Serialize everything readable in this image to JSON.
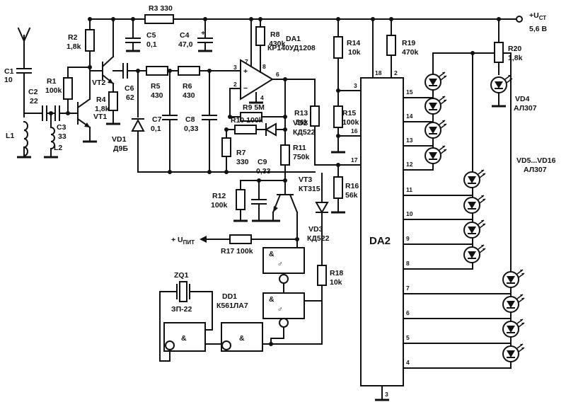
{
  "circuit": {
    "power_label": "+U",
    "power_sub": "СТ",
    "power_value": "5,6 В",
    "supply_label": "+ U",
    "supply_sub": "ПИТ",
    "components": {
      "R1": "R1",
      "R1v": "100k",
      "R2": "R2",
      "R2v": "1,8k",
      "R3": "R3 330",
      "R4": "R4",
      "R4v": "1,8k",
      "R5": "R5",
      "R5v": "430",
      "R6": "R6",
      "R6v": "430",
      "R7": "R7",
      "R7v": "330",
      "R8": "R8",
      "R8v": "430k",
      "R9": "R9 5M",
      "R10": "R10 100k",
      "R11": "R11",
      "R11v": "750k",
      "R12": "R12",
      "R12v": "100k",
      "R13": "R13",
      "R13v": "56k",
      "R14": "R14",
      "R14v": "10k",
      "R15": "R15",
      "R15v": "100k",
      "R16": "R16",
      "R16v": "56k",
      "R17": "R17 100k",
      "R18": "R18",
      "R18v": "10k",
      "R19": "R19",
      "R19v": "470k",
      "R20": "R20",
      "R20v": "1,8k",
      "C1": "C1",
      "C1v": "10",
      "C2": "C2",
      "C2v": "22",
      "C3": "C3",
      "C3v": "33",
      "C4": "C4",
      "C4v": "47,0",
      "C5": "C5",
      "C5v": "0,1",
      "C6": "C6",
      "C6v": "62",
      "C7": "C7",
      "C7v": "0,1",
      "C8": "C8",
      "C8v": "0,33",
      "C9": "C9",
      "C9v": "0,33",
      "L1": "L1",
      "L2": "L2",
      "VT1": "VT1",
      "VT2": "VT2",
      "VT3": "VT3",
      "VT3v": "КТ315",
      "VD1": "VD1",
      "VD1v": "Д9Б",
      "VD2": "VD2",
      "VD2v": "КД522",
      "VD3": "VD3",
      "VD3v": "КД522",
      "VD4": "VD4",
      "VD4v": "АЛ307",
      "VD5_16": "VD5...VD16",
      "VD5_16v": "АЛ307",
      "DA1": "DA1",
      "DA1v": "КР140УД1208",
      "DA2": "DA2",
      "DD1": "DD1",
      "DD1v": "К561ЛА7",
      "ZQ1": "ZQ1",
      "ZQ1v": "ЗП-22",
      "and_sym": "&"
    },
    "pins": {
      "da1_p3": "3",
      "da1_p2": "2",
      "da1_p6": "6",
      "da1_p7": "7",
      "da1_p8": "8",
      "da1_p4": "4",
      "da2_p18": "18",
      "da2_p2": "2",
      "da2_p3": "3",
      "da2_p16": "16",
      "da2_p17": "17",
      "da2_p15": "15",
      "da2_p14": "14",
      "da2_p13": "13",
      "da2_p12": "12",
      "da2_p11": "11",
      "da2_p10": "10",
      "da2_p9": "9",
      "da2_p8": "8",
      "da2_p7": "7",
      "da2_p6": "6",
      "da2_p5": "5",
      "da2_p4": "4",
      "da2_p3b": "3"
    }
  }
}
